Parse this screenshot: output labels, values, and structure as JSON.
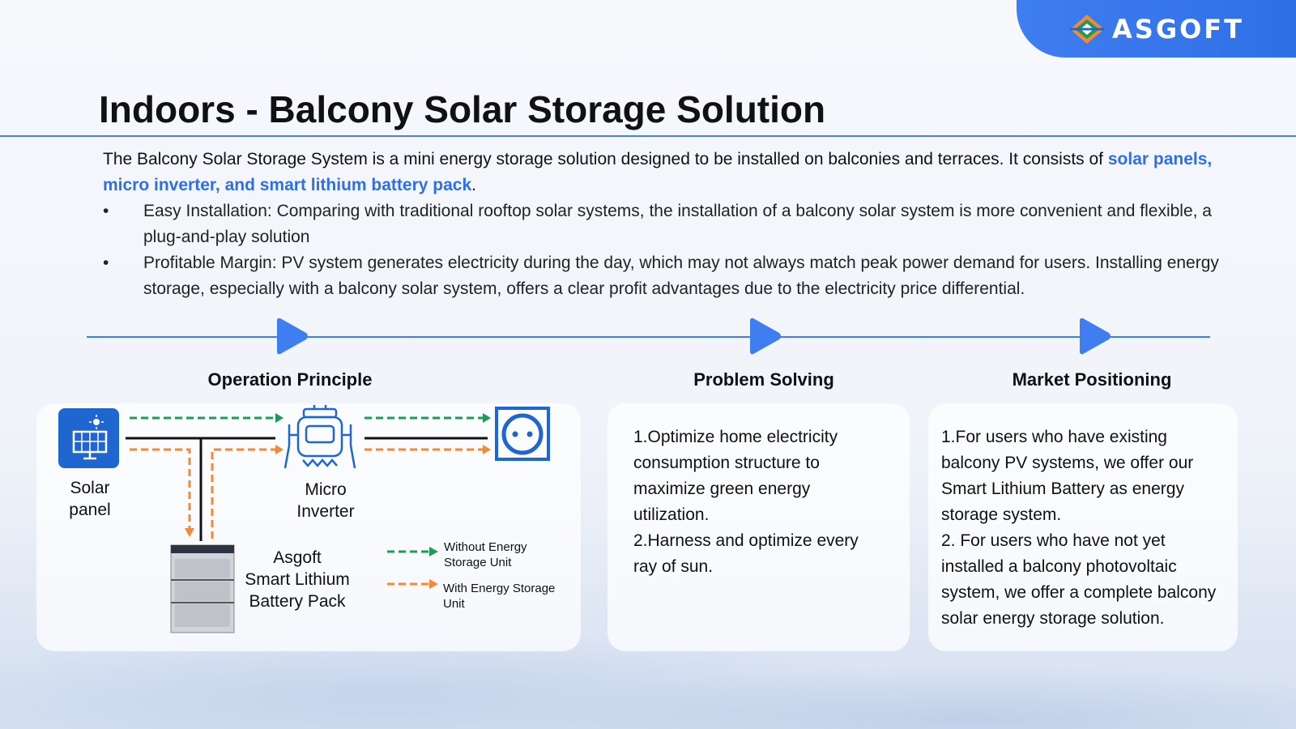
{
  "brand": {
    "name": "ASGOFT"
  },
  "title": {
    "bold": "Indoors -",
    "rest": "Balcony Solar Storage Solution"
  },
  "intro": {
    "text": "The Balcony Solar Storage System is a mini energy storage solution designed to be installed on balconies and terraces. It consists of",
    "highlight": "solar panels, micro inverter, and smart lithium battery pack",
    "end": "."
  },
  "bullets": [
    {
      "marker": "•",
      "text": "Easy Installation: Comparing with traditional rooftop solar systems, the installation of a balcony solar system is more convenient and flexible, a plug-and-play solution"
    },
    {
      "marker": "•",
      "text": "Profitable Margin: PV system generates electricity during the day, which may not always match peak power demand for users. Installing energy storage, especially with a balcony solar system, offers a clear profit advantages due to the electricity price differential."
    }
  ],
  "sections": {
    "operation": "Operation Principle",
    "problem": "Problem Solving",
    "market": "Market Positioning"
  },
  "diagram": {
    "solar_panel": "Solar panel",
    "micro_inverter": "Micro Inverter",
    "battery_brand": "Asgoft",
    "battery_name": "Smart Lithium Battery Pack",
    "legend_without": "Without Energy Storage Unit",
    "legend_with": "With Energy Storage Unit",
    "colors": {
      "green": "#1f9a5a",
      "orange": "#f0893a",
      "blue": "#1f66d1",
      "black": "#111111"
    }
  },
  "problem_lines": [
    "1.Optimize home electricity",
    "consumption structure to",
    "maximize green energy",
    "utilization.",
    "2.Harness and optimize every",
    "ray of sun."
  ],
  "market_lines": [
    "1.For users who have existing",
    "balcony PV systems, we offer our",
    "Smart Lithium Battery as energy",
    "storage system.",
    "2. For users who have not yet",
    "installed a balcony photovoltaic",
    "system, we offer a complete balcony",
    "solar energy storage solution."
  ],
  "colors": {
    "accent": "#2f6fe6",
    "rule": "#4a7fd4"
  }
}
